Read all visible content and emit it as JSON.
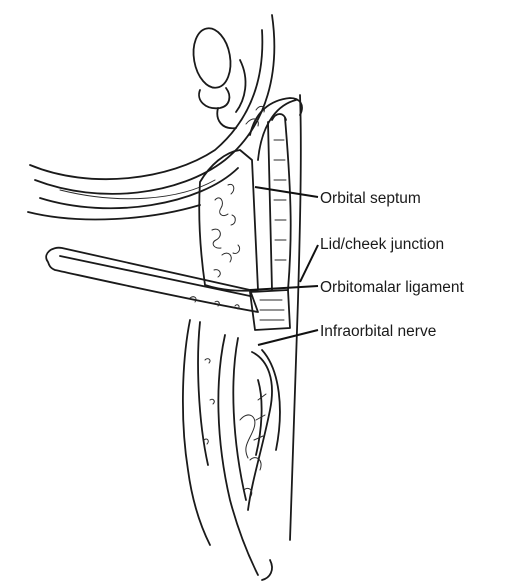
{
  "labels": {
    "orbital_septum": "Orbital septum",
    "lid_cheek_junction": "Lid/cheek junction",
    "orbitomalar_ligament": "Orbitomalar ligament",
    "infraorbital_nerve": "Infraorbital nerve"
  }
}
